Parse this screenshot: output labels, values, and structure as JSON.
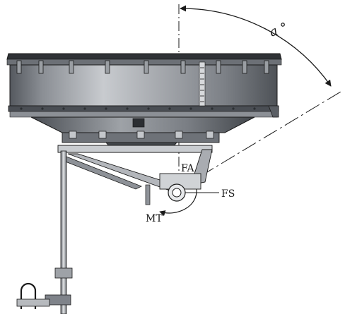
{
  "diagram": {
    "labels": {
      "angle": "a °",
      "fa": "FA",
      "fs": "FS",
      "mt": "MT"
    },
    "colors": {
      "ink": "#1a1a1a",
      "steel_dark": "#3c3f44",
      "steel_mid": "#7b7f86",
      "steel_light": "#b9bcc1",
      "highlight": "#e4e6e9",
      "background": "#ffffff"
    }
  }
}
